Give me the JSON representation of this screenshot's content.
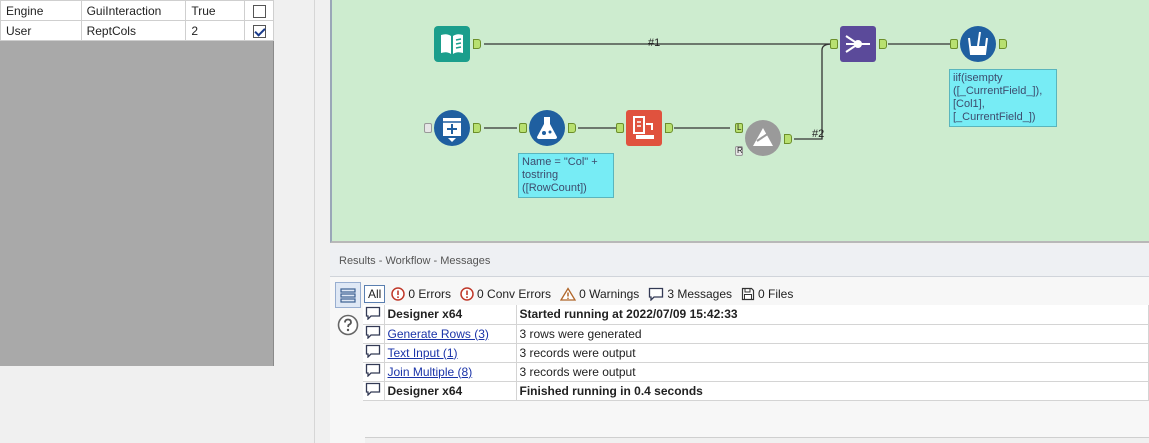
{
  "properties": {
    "rows": [
      {
        "group": "Engine",
        "name": "GuiInteraction",
        "value": "True",
        "checked": false
      },
      {
        "group": "User",
        "name": "ReptCols",
        "value": "2",
        "checked": true
      }
    ]
  },
  "canvas": {
    "wire_labels": {
      "w1": "#1",
      "w2": "#2"
    },
    "anchor_labels": {
      "left": "L",
      "right": "R"
    },
    "annotations": {
      "formula": "Name = \"Col\" + tostring ([RowCount])",
      "multifield": "iif(isempty ([_CurrentField_]), [Col1], [_CurrentField_])"
    },
    "tools": {
      "text_input": "book-icon",
      "generate_rows": "generate-rows-icon",
      "formula": "formula-flask-icon",
      "crosstab": "crosstab-icon",
      "append_fields": "append-fields-icon",
      "join_multiple": "join-multiple-icon",
      "multi_field_formula": "multi-field-formula-icon"
    }
  },
  "results": {
    "title": "Results - Workflow - Messages",
    "filters": {
      "all": "All",
      "errors": "0 Errors",
      "conv_errors": "0 Conv Errors",
      "warnings": "0 Warnings",
      "messages": "3 Messages",
      "files": "0 Files"
    },
    "messages": [
      {
        "source": "Designer x64",
        "text": "Started running at 2022/07/09 15:42:33",
        "link": false,
        "bold": true
      },
      {
        "source": "Generate Rows (3)",
        "text": "3 rows were generated",
        "link": true,
        "bold": false
      },
      {
        "source": "Text Input (1)",
        "text": "3 records were output",
        "link": true,
        "bold": false
      },
      {
        "source": "Join Multiple (8)",
        "text": "3 records were output",
        "link": true,
        "bold": false
      },
      {
        "source": "Designer x64",
        "text": "Finished running in 0.4 seconds",
        "link": false,
        "bold": true
      }
    ]
  },
  "colors": {
    "canvas_bg": "#cdeccf",
    "annotation_bg": "#77ecf5",
    "anchor": "#b8e070",
    "link": "#1a33a8",
    "input_tool": "#1b9e8c",
    "prep_tool": "#1f5fa0",
    "transform_tool": "#e0523e",
    "join_tool": "#5b4a9a"
  }
}
